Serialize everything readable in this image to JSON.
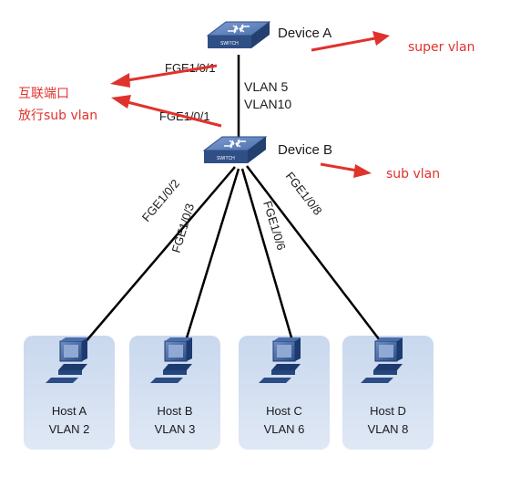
{
  "devices": {
    "a": {
      "name": "Device A",
      "icon": "switch-icon"
    },
    "b": {
      "name": "Device B",
      "icon": "switch-icon"
    }
  },
  "uplink": {
    "port_a": "FGE1/0/1",
    "port_b": "FGE1/0/1",
    "vlan_line1": "VLAN 5",
    "vlan_line2": "VLAN10"
  },
  "downlinks": [
    {
      "port": "FGE1/0/2"
    },
    {
      "port": "FGE1/0/3"
    },
    {
      "port": "FGE1/0/6"
    },
    {
      "port": "FGE1/0/8"
    }
  ],
  "hosts": [
    {
      "name": "Host A",
      "vlan": "VLAN 2",
      "icon": "computer-icon"
    },
    {
      "name": "Host B",
      "vlan": "VLAN 3",
      "icon": "computer-icon"
    },
    {
      "name": "Host C",
      "vlan": "VLAN 6",
      "icon": "computer-icon"
    },
    {
      "name": "Host D",
      "vlan": "VLAN 8",
      "icon": "computer-icon"
    }
  ],
  "annotations": {
    "super_vlan": "super vlan",
    "sub_vlan": "sub vlan",
    "interconnect_line1": "互联端口",
    "interconnect_line2": "放行sub vlan"
  },
  "colors": {
    "annotation": "#e0322c",
    "switch_top": "#5f83bd",
    "switch_side": "#2f4f86",
    "host_panel": "#cfdcef",
    "link": "#000000"
  }
}
